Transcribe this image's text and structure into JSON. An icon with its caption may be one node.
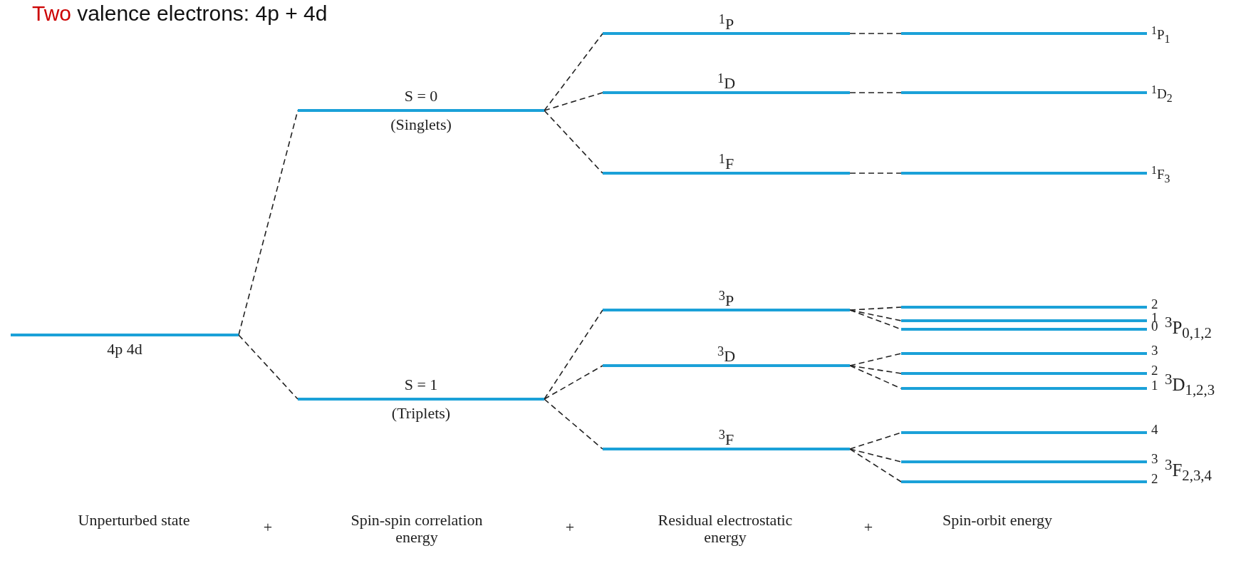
{
  "diagram": {
    "title": "Two valence electrons: 4p + 4d",
    "nodes": [
      {
        "text": [
          "4p 4d"
        ]
      },
      {
        "text": [
          "S = 0",
          "(Singlets)"
        ]
      },
      {
        "text": [
          "S = 1",
          "(Triplets)"
        ]
      },
      {
        "text": [
          "$^{1}$P"
        ]
      },
      {
        "text": [
          "$^{1}$D"
        ]
      },
      {
        "text": [
          "$^{1}$F"
        ]
      },
      {
        "text": [
          "$^{3}$P"
        ]
      },
      {
        "text": [
          "$^{3}$D"
        ]
      },
      {
        "text": [
          "$^{3}$F"
        ]
      },
      {
        "text": [
          "$^{1}$P$_{1}$"
        ]
      },
      {
        "text": [
          "$^{1}$D$_{2}$"
        ]
      },
      {
        "text": [
          "$^{1}$F$_{3}$"
        ]
      },
      {
        "text": [
          "2"
        ]
      },
      {
        "text": [
          "1"
        ]
      },
      {
        "text": [
          "0"
        ]
      },
      {
        "text": [
          "3"
        ]
      },
      {
        "text": [
          "2"
        ]
      },
      {
        "text": [
          "1"
        ]
      },
      {
        "text": [
          "4"
        ]
      },
      {
        "text": [
          "3"
        ]
      },
      {
        "text": [
          "2"
        ]
      }
    ],
    "edges": [
      {
        "from": 0,
        "to": 1,
        "arrow": "none",
        "style": "dashed"
      },
      {
        "from": 0,
        "to": 2,
        "arrow": "none",
        "style": "dashed"
      },
      {
        "from": 1,
        "to": 3,
        "arrow": "none",
        "style": "dashed"
      },
      {
        "from": 1,
        "to": 4,
        "arrow": "none",
        "style": "dashed"
      },
      {
        "from": 1,
        "to": 5,
        "arrow": "none",
        "style": "dashed"
      },
      {
        "from": 2,
        "to": 6,
        "arrow": "none",
        "style": "dashed"
      },
      {
        "from": 2,
        "to": 7,
        "arrow": "none",
        "style": "dashed"
      },
      {
        "from": 2,
        "to": 8,
        "arrow": "none",
        "style": "dashed"
      },
      {
        "from": 3,
        "to": 9,
        "arrow": "none",
        "style": "dashed"
      },
      {
        "from": 4,
        "to": 10,
        "arrow": "none",
        "style": "dashed"
      },
      {
        "from": 5,
        "to": 11,
        "arrow": "none",
        "style": "dashed"
      },
      {
        "from": 6,
        "to": 12,
        "arrow": "none",
        "style": "dashed"
      },
      {
        "from": 6,
        "to": 13,
        "arrow": "none",
        "style": "dashed"
      },
      {
        "from": 6,
        "to": 14,
        "arrow": "none",
        "style": "dashed"
      },
      {
        "from": 7,
        "to": 15,
        "arrow": "none",
        "style": "dashed"
      },
      {
        "from": 7,
        "to": 16,
        "arrow": "none",
        "style": "dashed"
      },
      {
        "from": 7,
        "to": 17,
        "arrow": "none",
        "style": "dashed"
      },
      {
        "from": 8,
        "to": 18,
        "arrow": "none",
        "style": "dashed"
      },
      {
        "from": 8,
        "to": 19,
        "arrow": "none",
        "style": "dashed"
      },
      {
        "from": 8,
        "to": 20,
        "arrow": "none",
        "style": "dashed"
      }
    ],
    "labels": [
      "$^{3}$P$_{0,1,2}$",
      "$^{3}$D$_{1,2,3}$",
      "$^{3}$F$_{2,3,4}$",
      "Unperturbed state",
      "+",
      "Spin-spin correlation energy",
      "+",
      "Residual electrostatic energy",
      "+",
      "Spin-orbit energy"
    ]
  }
}
